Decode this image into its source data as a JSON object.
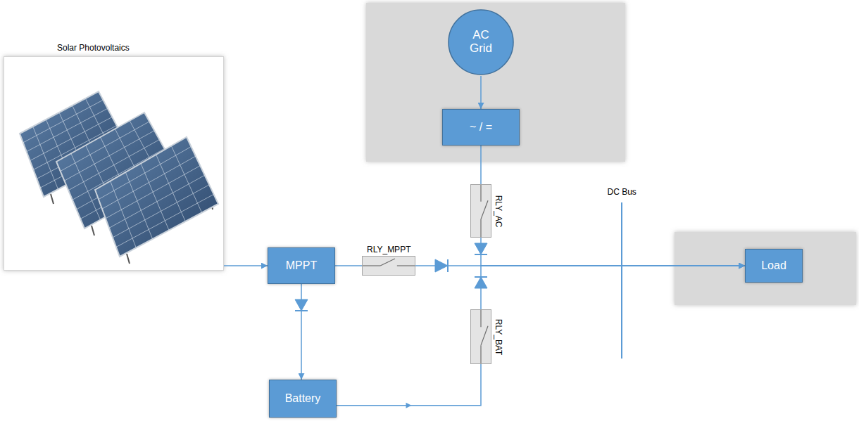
{
  "diagram": {
    "nodes": [
      {
        "text": [
          "AC Grid"
        ]
      },
      {
        "text": [
          "~ / ="
        ]
      },
      {
        "text": [
          "Solar Photovoltaics"
        ]
      },
      {
        "text": [
          "MPPT"
        ]
      },
      {
        "text": [
          "RLY_MPPT"
        ]
      },
      {
        "text": [
          "RLY_AC"
        ]
      },
      {
        "text": [
          "RLY_BAT"
        ]
      },
      {
        "text": [
          "Load"
        ]
      },
      {
        "text": [
          "Battery"
        ]
      }
    ],
    "edges": [
      {
        "from": 0,
        "to": 1,
        "arrow": "to"
      },
      {
        "from": 1,
        "to": 5,
        "arrow": "none"
      },
      {
        "from": 2,
        "to": 3,
        "arrow": "to"
      },
      {
        "from": 3,
        "to": 4,
        "arrow": "none"
      },
      {
        "from": 3,
        "to": 8,
        "arrow": "to"
      },
      {
        "from": 8,
        "to": 6,
        "arrow": "to"
      },
      {
        "from": 4,
        "to": 7,
        "arrow": "to"
      },
      {
        "from": 5,
        "to": 7,
        "arrow": "to"
      },
      {
        "from": 6,
        "to": 7,
        "arrow": "to"
      }
    ],
    "labels": [
      "DC Bus"
    ]
  }
}
